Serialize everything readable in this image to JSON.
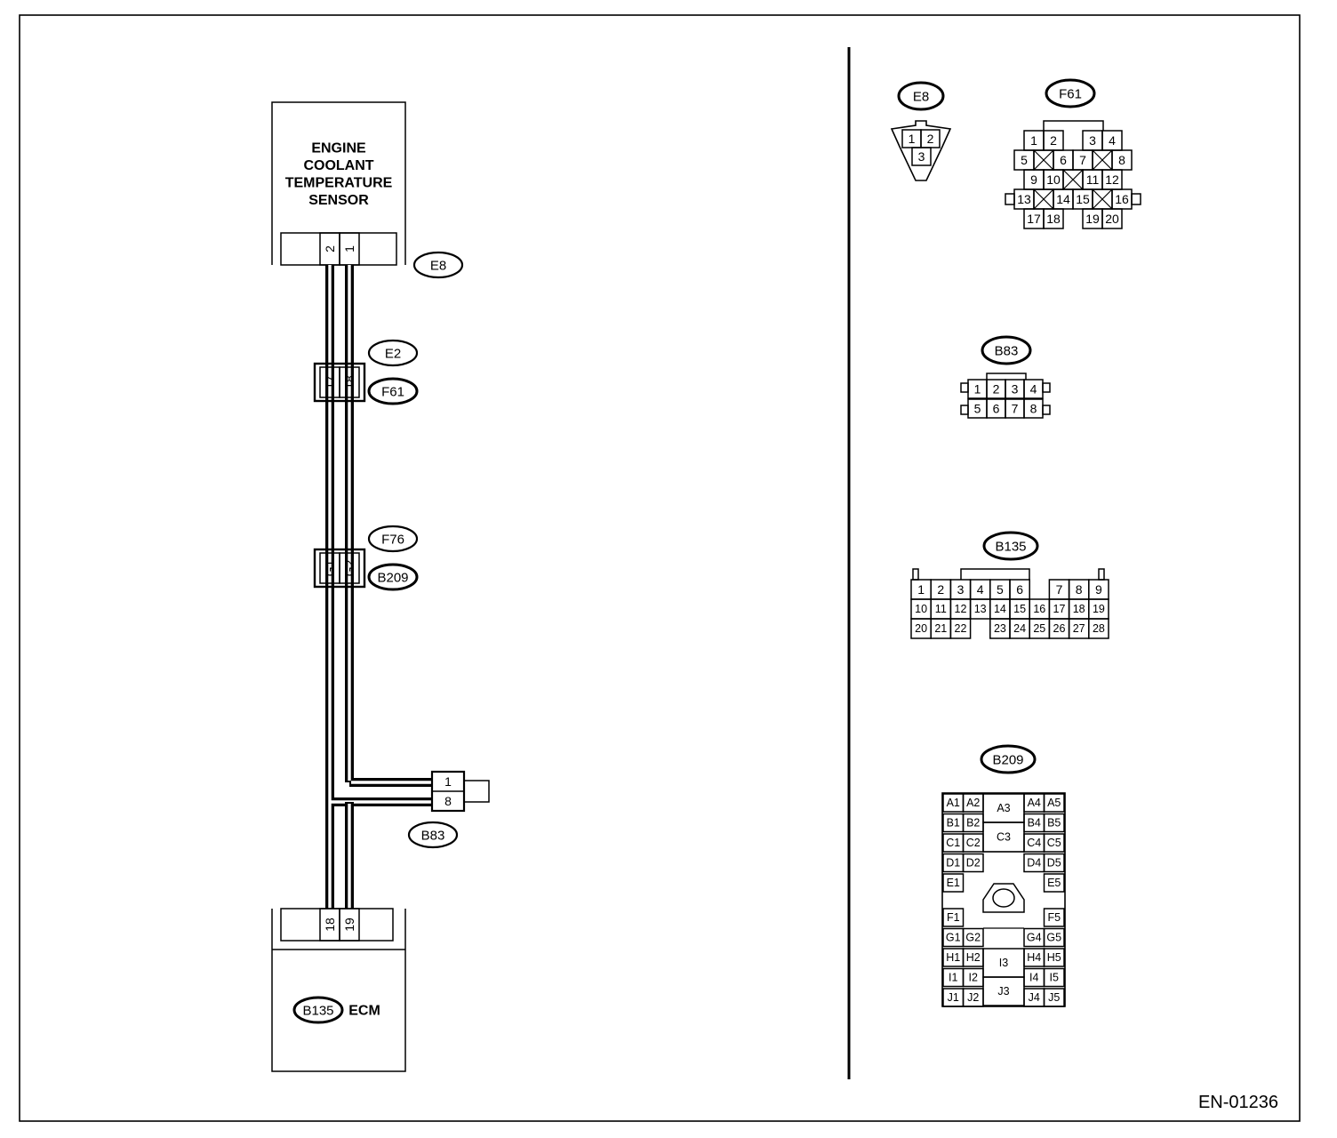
{
  "diagram_code": "EN-01236",
  "sensor": {
    "title_lines": [
      "ENGINE",
      "COOLANT",
      "TEMPERATURE",
      "SENSOR"
    ],
    "connector": "E8",
    "pins": [
      "2",
      "1"
    ]
  },
  "junctions": [
    {
      "top_label": "E2",
      "bottom_label": "F61",
      "pins": [
        "17",
        "18"
      ]
    },
    {
      "top_label": "F76",
      "bottom_label": "B209",
      "pins": [
        "G1",
        "G2"
      ]
    }
  ],
  "branch": {
    "connector": "B83",
    "pins": [
      "1",
      "8"
    ]
  },
  "ecm": {
    "connector": "B135",
    "label": "ECM",
    "pins": [
      "18",
      "19"
    ]
  },
  "connector_views": {
    "e8": {
      "name": "E8",
      "pins": [
        "1",
        "2",
        "3"
      ]
    },
    "f61": {
      "name": "F61",
      "pins": [
        "1",
        "2",
        "3",
        "4",
        "5",
        "6",
        "7",
        "8",
        "9",
        "10",
        "11",
        "12",
        "13",
        "14",
        "15",
        "16",
        "17",
        "18",
        "19",
        "20"
      ]
    },
    "b83": {
      "name": "B83",
      "pins": [
        "1",
        "2",
        "3",
        "4",
        "5",
        "6",
        "7",
        "8"
      ]
    },
    "b135": {
      "name": "B135",
      "pins": [
        "1",
        "2",
        "3",
        "4",
        "5",
        "6",
        "7",
        "8",
        "9",
        "10",
        "11",
        "12",
        "13",
        "14",
        "15",
        "16",
        "17",
        "18",
        "19",
        "20",
        "21",
        "22",
        "23",
        "24",
        "25",
        "26",
        "27",
        "28"
      ]
    },
    "b209": {
      "name": "B209",
      "pins": [
        "A1",
        "A2",
        "A3",
        "A4",
        "A5",
        "B1",
        "B2",
        "B4",
        "B5",
        "C1",
        "C2",
        "C3",
        "C4",
        "C5",
        "D1",
        "D2",
        "D4",
        "D5",
        "E1",
        "E5",
        "F1",
        "F5",
        "G1",
        "G2",
        "G4",
        "G5",
        "H1",
        "H2",
        "I3",
        "H4",
        "H5",
        "I1",
        "I2",
        "I4",
        "I5",
        "J1",
        "J2",
        "J3",
        "J4",
        "J5"
      ]
    }
  }
}
